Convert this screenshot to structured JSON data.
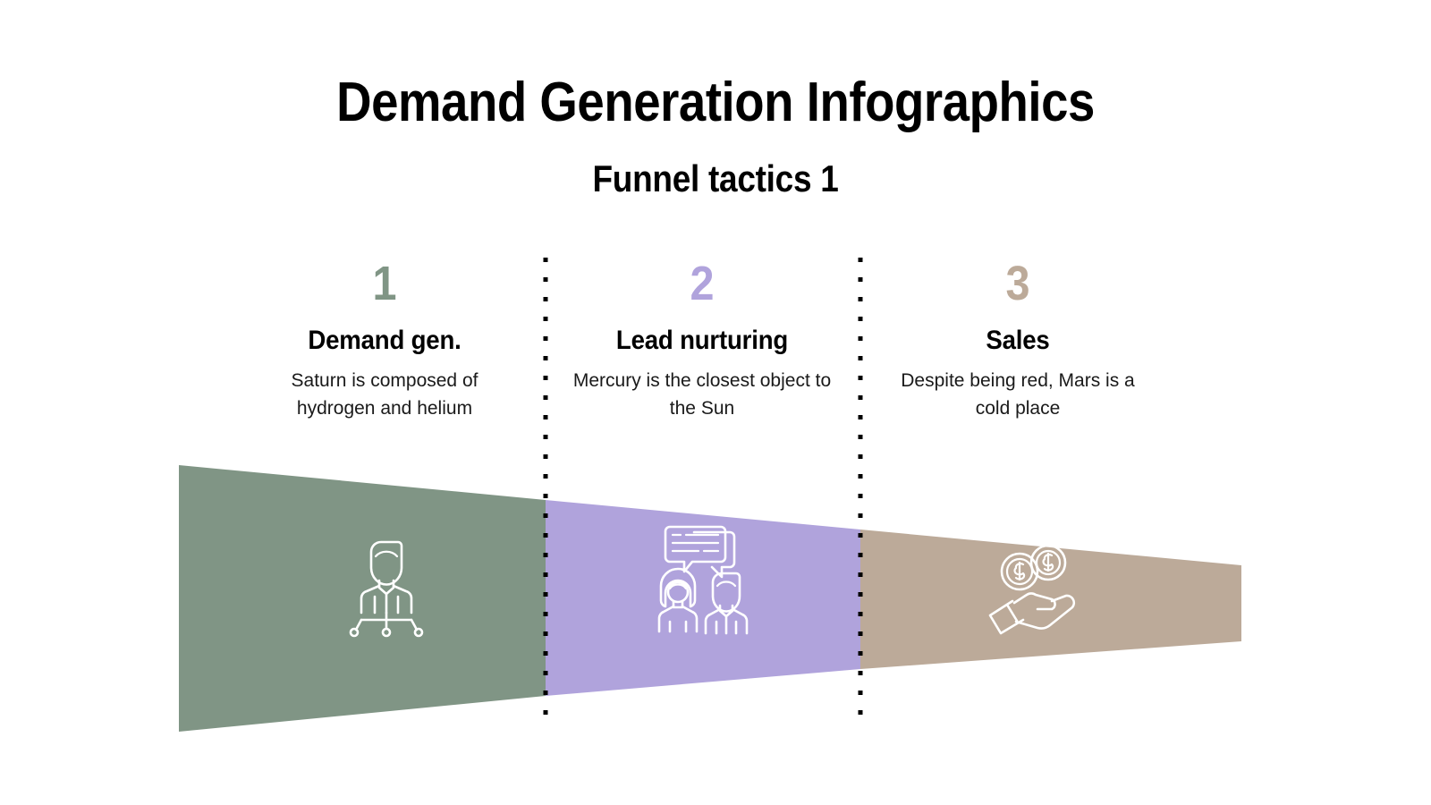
{
  "header": {
    "title": "Demand Generation Infographics",
    "subtitle": "Funnel tactics 1"
  },
  "colors": {
    "stage_1": "#809585",
    "stage_2": "#b0a3dc",
    "stage_3": "#bcaa99",
    "text": "#000000",
    "background": "#ffffff",
    "icon": "#ffffff",
    "divider": "#000000"
  },
  "funnel": {
    "stages": [
      {
        "number": "1",
        "title": "Demand gen.",
        "description": "Saturn is composed of hydrogen and helium",
        "color": "#809585",
        "icon": "org-chart-person-icon"
      },
      {
        "number": "2",
        "title": "Lead nurturing",
        "description": "Mercury is the closest object to the Sun",
        "color": "#b0a3dc",
        "icon": "people-chat-bubbles-icon"
      },
      {
        "number": "3",
        "title": "Sales",
        "description": "Despite being red, Mars is a cold place",
        "color": "#bcaa99",
        "icon": "hand-holding-coins-icon"
      }
    ]
  },
  "chart_data": {
    "type": "funnel",
    "title": "Funnel tactics 1",
    "categories": [
      "Demand gen.",
      "Lead nurturing",
      "Sales"
    ],
    "values": [
      298,
      206,
      85
    ],
    "value_unit": "px-height",
    "colors": [
      "#809585",
      "#b0a3dc",
      "#bcaa99"
    ],
    "orientation": "horizontal",
    "legend": "none",
    "grid": false
  }
}
